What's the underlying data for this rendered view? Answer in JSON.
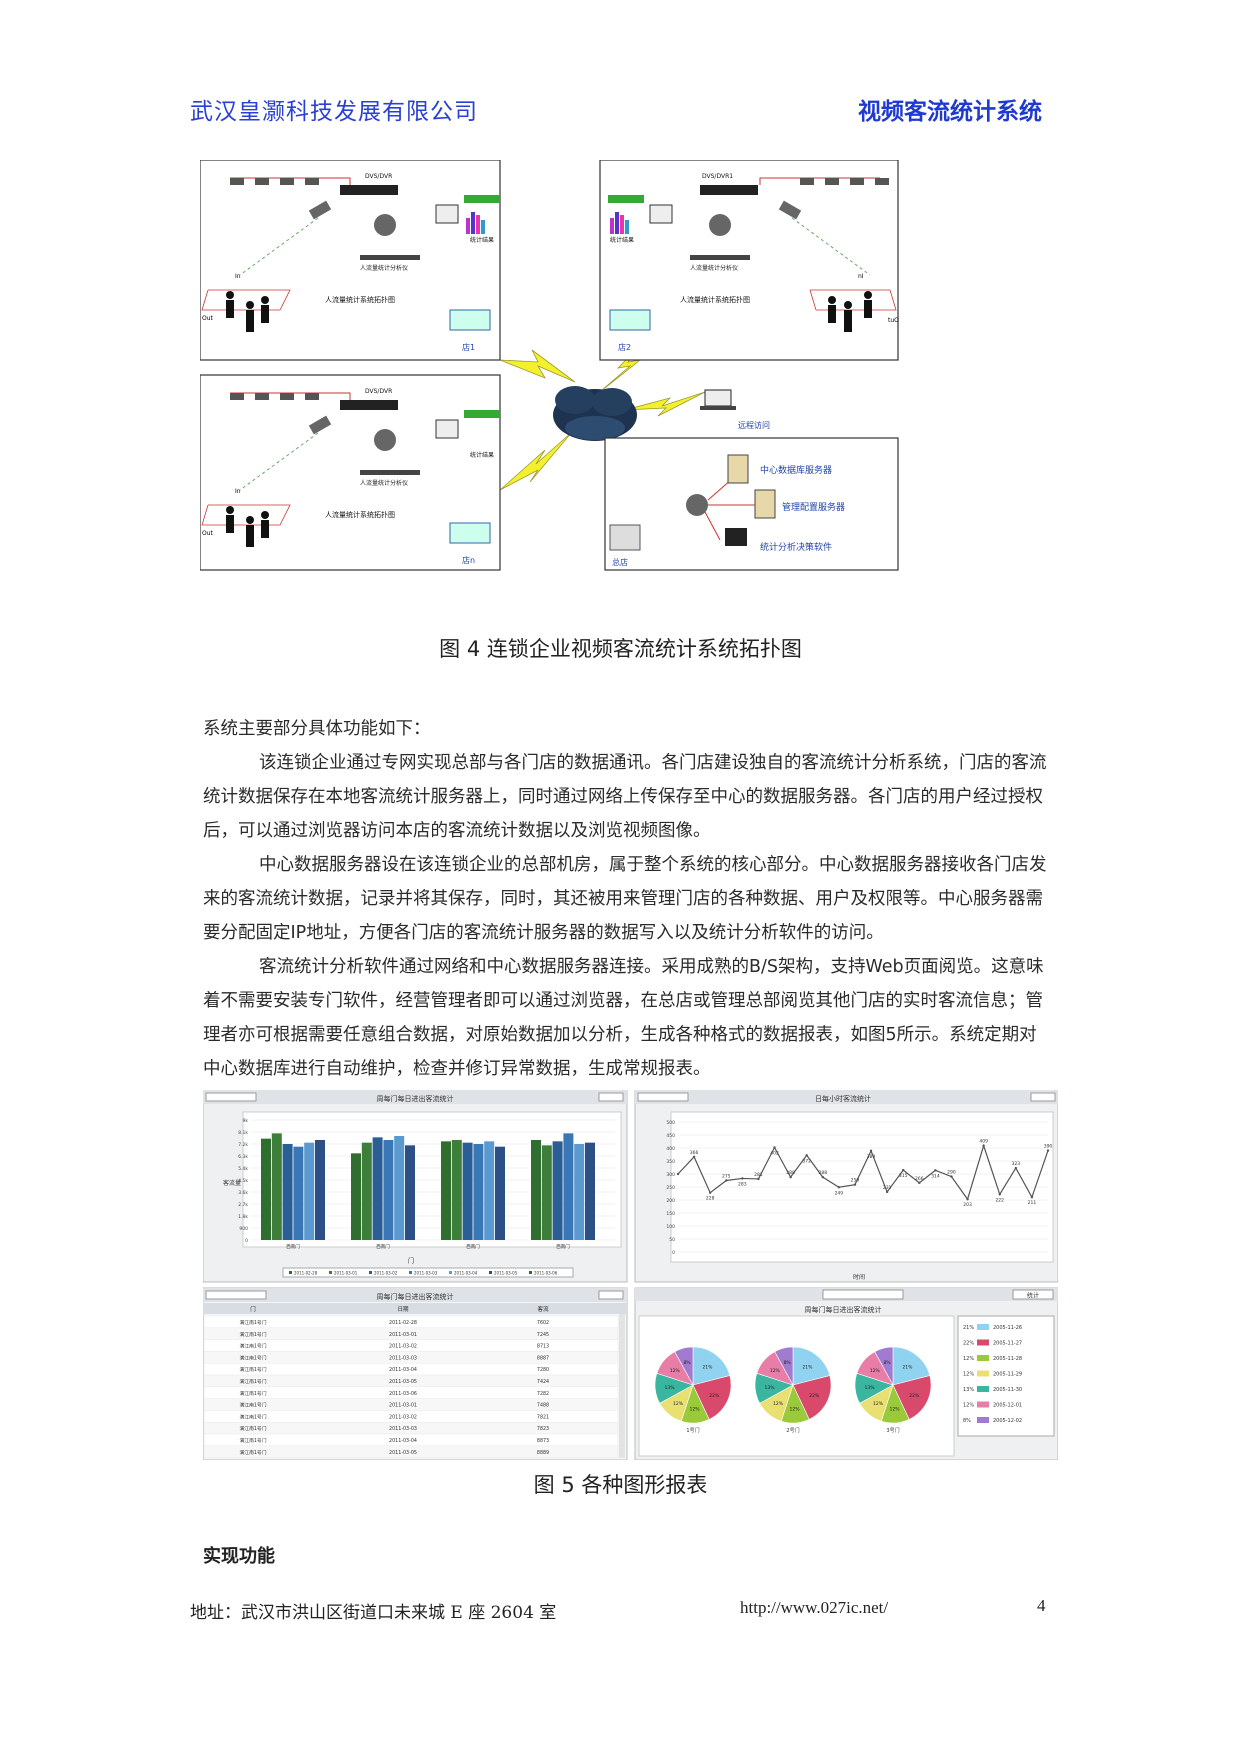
{
  "header": {
    "company": "武汉皇灏科技发展有限公司",
    "product": "视频客流统计系统"
  },
  "figure4": {
    "caption": "图 4 连锁企业视频客流统计系统拓扑图",
    "store1": {
      "dvs": "DVS/DVR",
      "stats": "统计结果",
      "analyzer": "人流量统计分析仪",
      "topo": "人流量统计系统拓扑图",
      "store": "店1",
      "in": "In",
      "out": "Out"
    },
    "store2": {
      "dvs": "DVS/DVR1",
      "stats": "统计结果",
      "analyzer": "人流量统计分析仪",
      "topo": "人流量统计系统拓扑图",
      "store": "店2",
      "in": "nI",
      "out": "tuO"
    },
    "storen": {
      "dvs": "DVS/DVR",
      "stats": "统计结果",
      "analyzer": "人流量统计分析仪",
      "topo": "人流量统计系统拓扑图",
      "store": "店n",
      "in": "In",
      "out": "Out"
    },
    "remote": "远程访问",
    "hq": {
      "db": "中心数据库服务器",
      "mgmt": "管理配置服务器",
      "analysis": "统计分析决策软件",
      "label": "总店"
    }
  },
  "body": {
    "intro": "系统主要部分具体功能如下：",
    "p1": "该连锁企业通过专网实现总部与各门店的数据通讯。各门店建设独自的客流统计分析系统，门店的客流统计数据保存在本地客流统计服务器上，同时通过网络上传保存至中心的数据服务器。各门店的用户经过授权后，可以通过浏览器访问本店的客流统计数据以及浏览视频图像。",
    "p2": "中心数据服务器设在该连锁企业的总部机房，属于整个系统的核心部分。中心数据服务器接收各门店发来的客流统计数据，记录并将其保存，同时，其还被用来管理门店的各种数据、用户及权限等。中心服务器需要分配固定IP地址，方便各门店的客流统计服务器的数据写入以及统计分析软件的访问。",
    "p3": "客流统计分析软件通过网络和中心数据服务器连接。采用成熟的B/S架构，支持Web页面阅览。这意味着不需要安装专门软件，经营管理者即可以通过浏览器，在总店或管理总部阅览其他门店的实时客流信息；管理者亦可根据需要任意组合数据，对原始数据加以分析，生成各种格式的数据报表，如图5所示。系统定期对中心数据库进行自动维护，检查并修订异常数据，生成常规报表。"
  },
  "figure5": {
    "caption": "图 5 各种图形报表",
    "bar_panel": {
      "title": "周每门每日进出客流统计",
      "ylabel": "客流量",
      "xlabel": "门",
      "groups": [
        "西南门",
        "西南门",
        "西南门",
        "西南门"
      ],
      "colors": [
        "#2f6e2f",
        "#3d7f3a",
        "#2a5f96",
        "#3a77b6",
        "#5a9ad0",
        "#2c4f86"
      ],
      "legend": [
        "2011-02-28",
        "2011-03-01",
        "2011-03-02",
        "2011-03-03",
        "2011-03-04",
        "2011-03-05",
        "2011-03-06"
      ],
      "values": [
        [
          7.6,
          8.0,
          7.2,
          7.0,
          7.3,
          7.5
        ],
        [
          6.5,
          7.3,
          7.7,
          7.5,
          7.8,
          7.1
        ],
        [
          7.4,
          7.5,
          7.3,
          7.2,
          7.4,
          7.0
        ],
        [
          7.5,
          7.1,
          7.4,
          8.0,
          7.2,
          7.3
        ]
      ],
      "yticks": [
        "9k",
        "8.1k",
        "7.2k",
        "6.3k",
        "5.4k",
        "4.5k",
        "3.6k",
        "2.7k",
        "1.8k",
        "900",
        "0"
      ]
    },
    "line_panel": {
      "title": "日每小时客流统计",
      "xlabel": "时间",
      "values": [
        300,
        366,
        228,
        275,
        283,
        281,
        402,
        288,
        372,
        288,
        249,
        259,
        389,
        231,
        315,
        266,
        314,
        290,
        203,
        409,
        222,
        323,
        211,
        390
      ],
      "labels": [
        "366",
        "228",
        "275",
        "283",
        "281",
        "402",
        "288",
        "372",
        "288",
        "249",
        "259",
        "389",
        "231",
        "315",
        "266",
        "314",
        "290",
        "203",
        "409",
        "222",
        "323",
        "211",
        "390"
      ],
      "yticks": [
        "500",
        "450",
        "400",
        "350",
        "300",
        "250",
        "200",
        "150",
        "100",
        "50",
        "0"
      ]
    },
    "table_panel": {
      "title": "周每门每日进出客流统计",
      "headers": [
        "门",
        "日期",
        "客流"
      ],
      "rows": [
        [
          "满江南1号门",
          "2011-02-28",
          "7602"
        ],
        [
          "满江南1号门",
          "2011-03-01",
          "7245"
        ],
        [
          "满江南1号门",
          "2011-03-02",
          "8713"
        ],
        [
          "满江南1号门",
          "2011-03-03",
          "8887"
        ],
        [
          "满江南1号门",
          "2011-03-04",
          "7280"
        ],
        [
          "满江南1号门",
          "2011-03-05",
          "7424"
        ],
        [
          "满江南1号门",
          "2011-03-06",
          "7282"
        ],
        [
          "满江南1号门",
          "2011-03-01",
          "7488"
        ],
        [
          "满江南1号门",
          "2011-03-02",
          "7821"
        ],
        [
          "满江南1号门",
          "2011-03-03",
          "7823"
        ],
        [
          "满江南1号门",
          "2011-03-04",
          "8873"
        ],
        [
          "满江南1号门",
          "2011-03-05",
          "8889"
        ]
      ]
    },
    "pie_panel": {
      "title": "周每门每日进出客流统计",
      "button": "统计",
      "slices": [
        21,
        22,
        12,
        12,
        13,
        12,
        8
      ],
      "colors": [
        "#8fd3f0",
        "#d9496b",
        "#9ac93a",
        "#e8e071",
        "#3ab5a0",
        "#e87ea8",
        "#a07bd0"
      ],
      "pies": [
        "1号门",
        "2号门",
        "3号门"
      ],
      "legend": [
        {
          "pct": "21%",
          "date": "2005-11-26"
        },
        {
          "pct": "22%",
          "date": "2005-11-27"
        },
        {
          "pct": "12%",
          "date": "2005-11-28"
        },
        {
          "pct": "12%",
          "date": "2005-11-29"
        },
        {
          "pct": "13%",
          "date": "2005-11-30"
        },
        {
          "pct": "12%",
          "date": "2005-12-01"
        },
        {
          "pct": "8%",
          "date": "2005-12-02"
        }
      ]
    }
  },
  "section": {
    "title": "实现功能"
  },
  "footer": {
    "address": "地址：武汉市洪山区街道口未来城 E 座 2604 室",
    "url": "http://www.027ic.net/",
    "page": "4"
  }
}
